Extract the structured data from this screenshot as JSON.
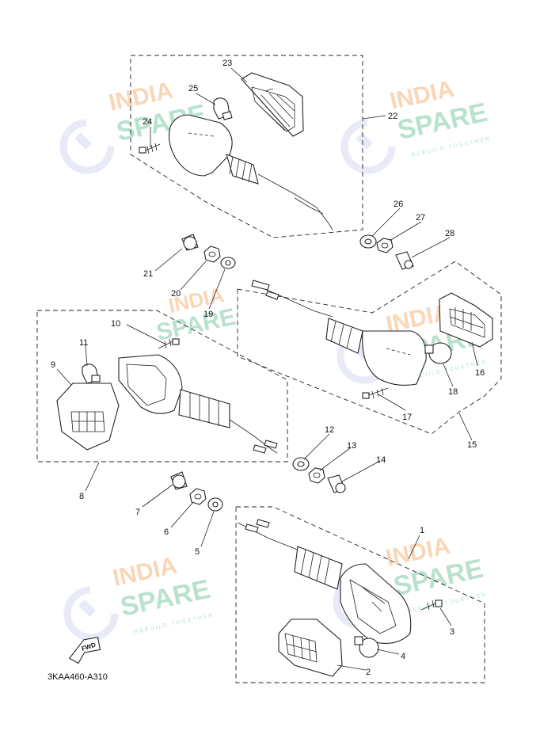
{
  "diagram": {
    "drawing_code": "3KAA460-A310",
    "fwd_label": "FWD",
    "callouts": [
      "1",
      "2",
      "3",
      "4",
      "5",
      "6",
      "7",
      "8",
      "9",
      "10",
      "11",
      "12",
      "13",
      "14",
      "15",
      "16",
      "17",
      "18",
      "19",
      "20",
      "21",
      "22",
      "23",
      "24",
      "25",
      "26",
      "27",
      "28"
    ]
  },
  "watermark": {
    "line1": "INDIA",
    "line2": "SPARE",
    "tagline": "REBUILD TOGETHER",
    "colors": {
      "orange": "#f6b47a",
      "green": "#7fc9a6",
      "blue": "#9aa4d8"
    }
  }
}
